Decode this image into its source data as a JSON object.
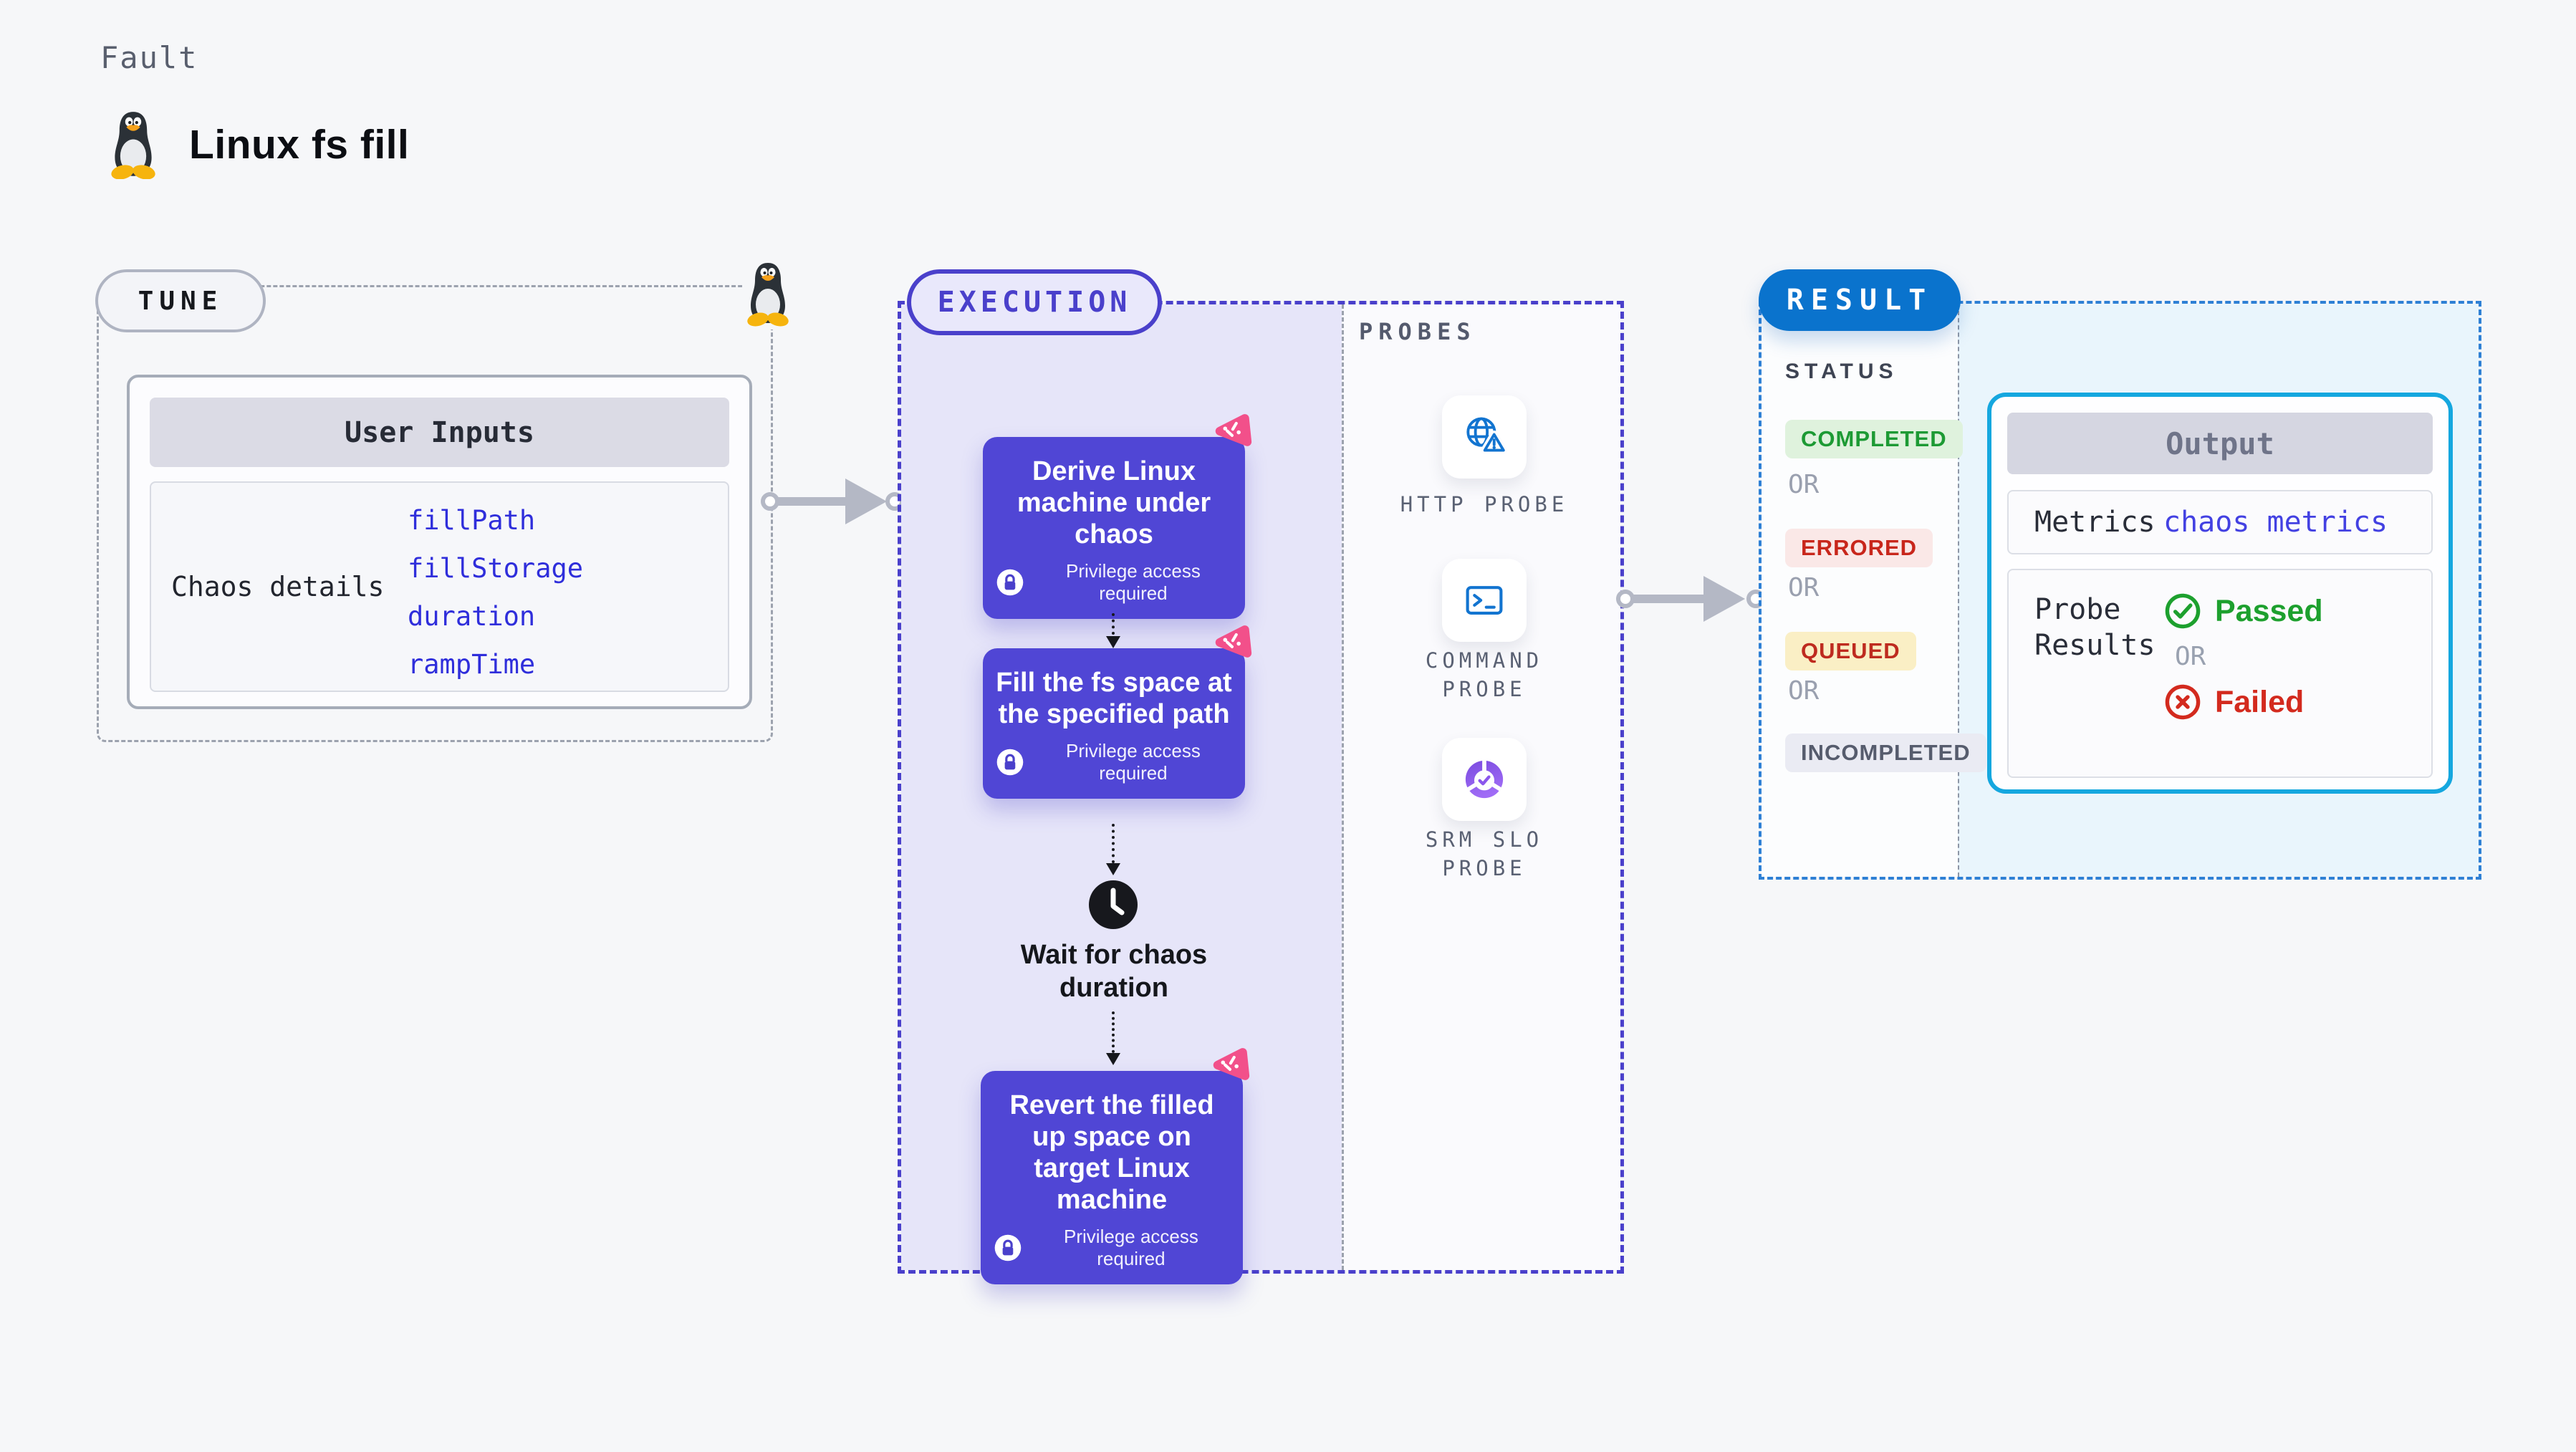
{
  "page": {
    "kicker": "Fault",
    "title": "Linux fs fill",
    "icon": "tux-penguin-icon"
  },
  "tune": {
    "label": "TUNE",
    "card": {
      "header": "User Inputs",
      "row_label": "Chaos details",
      "inputs": [
        "fillPath",
        "fillStorage",
        "duration",
        "rampTime"
      ]
    }
  },
  "execution": {
    "label": "EXECUTION",
    "steps": [
      {
        "title": "Derive Linux machine under chaos",
        "note": "Privilege access required",
        "icon": "chaos-step-icon"
      },
      {
        "title": "Fill the fs space at the specified path",
        "note": "Privilege access required",
        "icon": "chaos-step-icon"
      },
      {
        "title": "Revert the filled up space on target Linux machine",
        "note": "Privilege access required",
        "icon": "chaos-step-icon"
      }
    ],
    "wait_label": "Wait for chaos duration",
    "wait_icon": "clock-icon"
  },
  "probes": {
    "label": "PROBES",
    "items": [
      {
        "name": "HTTP PROBE",
        "icon": "globe-alert-icon"
      },
      {
        "name": "COMMAND PROBE",
        "icon": "terminal-icon"
      },
      {
        "name": "SRM SLO PROBE",
        "icon": "slo-donut-check-icon"
      }
    ]
  },
  "result": {
    "label": "RESULT",
    "status": {
      "heading": "STATUS",
      "or": "OR",
      "badges": [
        {
          "label": "COMPLETED",
          "fg": "#1D9A34",
          "bg": "#DFF2DD"
        },
        {
          "label": "ERRORED",
          "fg": "#C8261B",
          "bg": "#FAE8E7"
        },
        {
          "label": "QUEUED",
          "fg": "#BE2B1F",
          "bg": "#FAEFC5"
        },
        {
          "label": "INCOMPLETED",
          "fg": "#565C6D",
          "bg": "#EAEBF3"
        }
      ]
    },
    "output": {
      "header": "Output",
      "metrics_label": "Metrics",
      "metrics_value": "chaos metrics",
      "probe_label": "Probe Results",
      "passed": "Passed",
      "failed": "Failed",
      "or": "OR",
      "passed_icon": "check-circle-icon",
      "failed_icon": "x-circle-icon"
    }
  },
  "colors": {
    "page_bg": "#F6F7F9",
    "indigo_accent": "#4A40CB",
    "step_card": "#5046D5",
    "execution_lane": "#E6E5F9",
    "result_pill": "#0A73CD",
    "result_area": "#E9F5FC",
    "output_border": "#15A7DF",
    "link_blue": "#2F2EDB",
    "connector_gray": "#B4B8C5",
    "chaos_pink": "#F2508A",
    "passed_green": "#1DA02E",
    "failed_red": "#D32A1E"
  }
}
